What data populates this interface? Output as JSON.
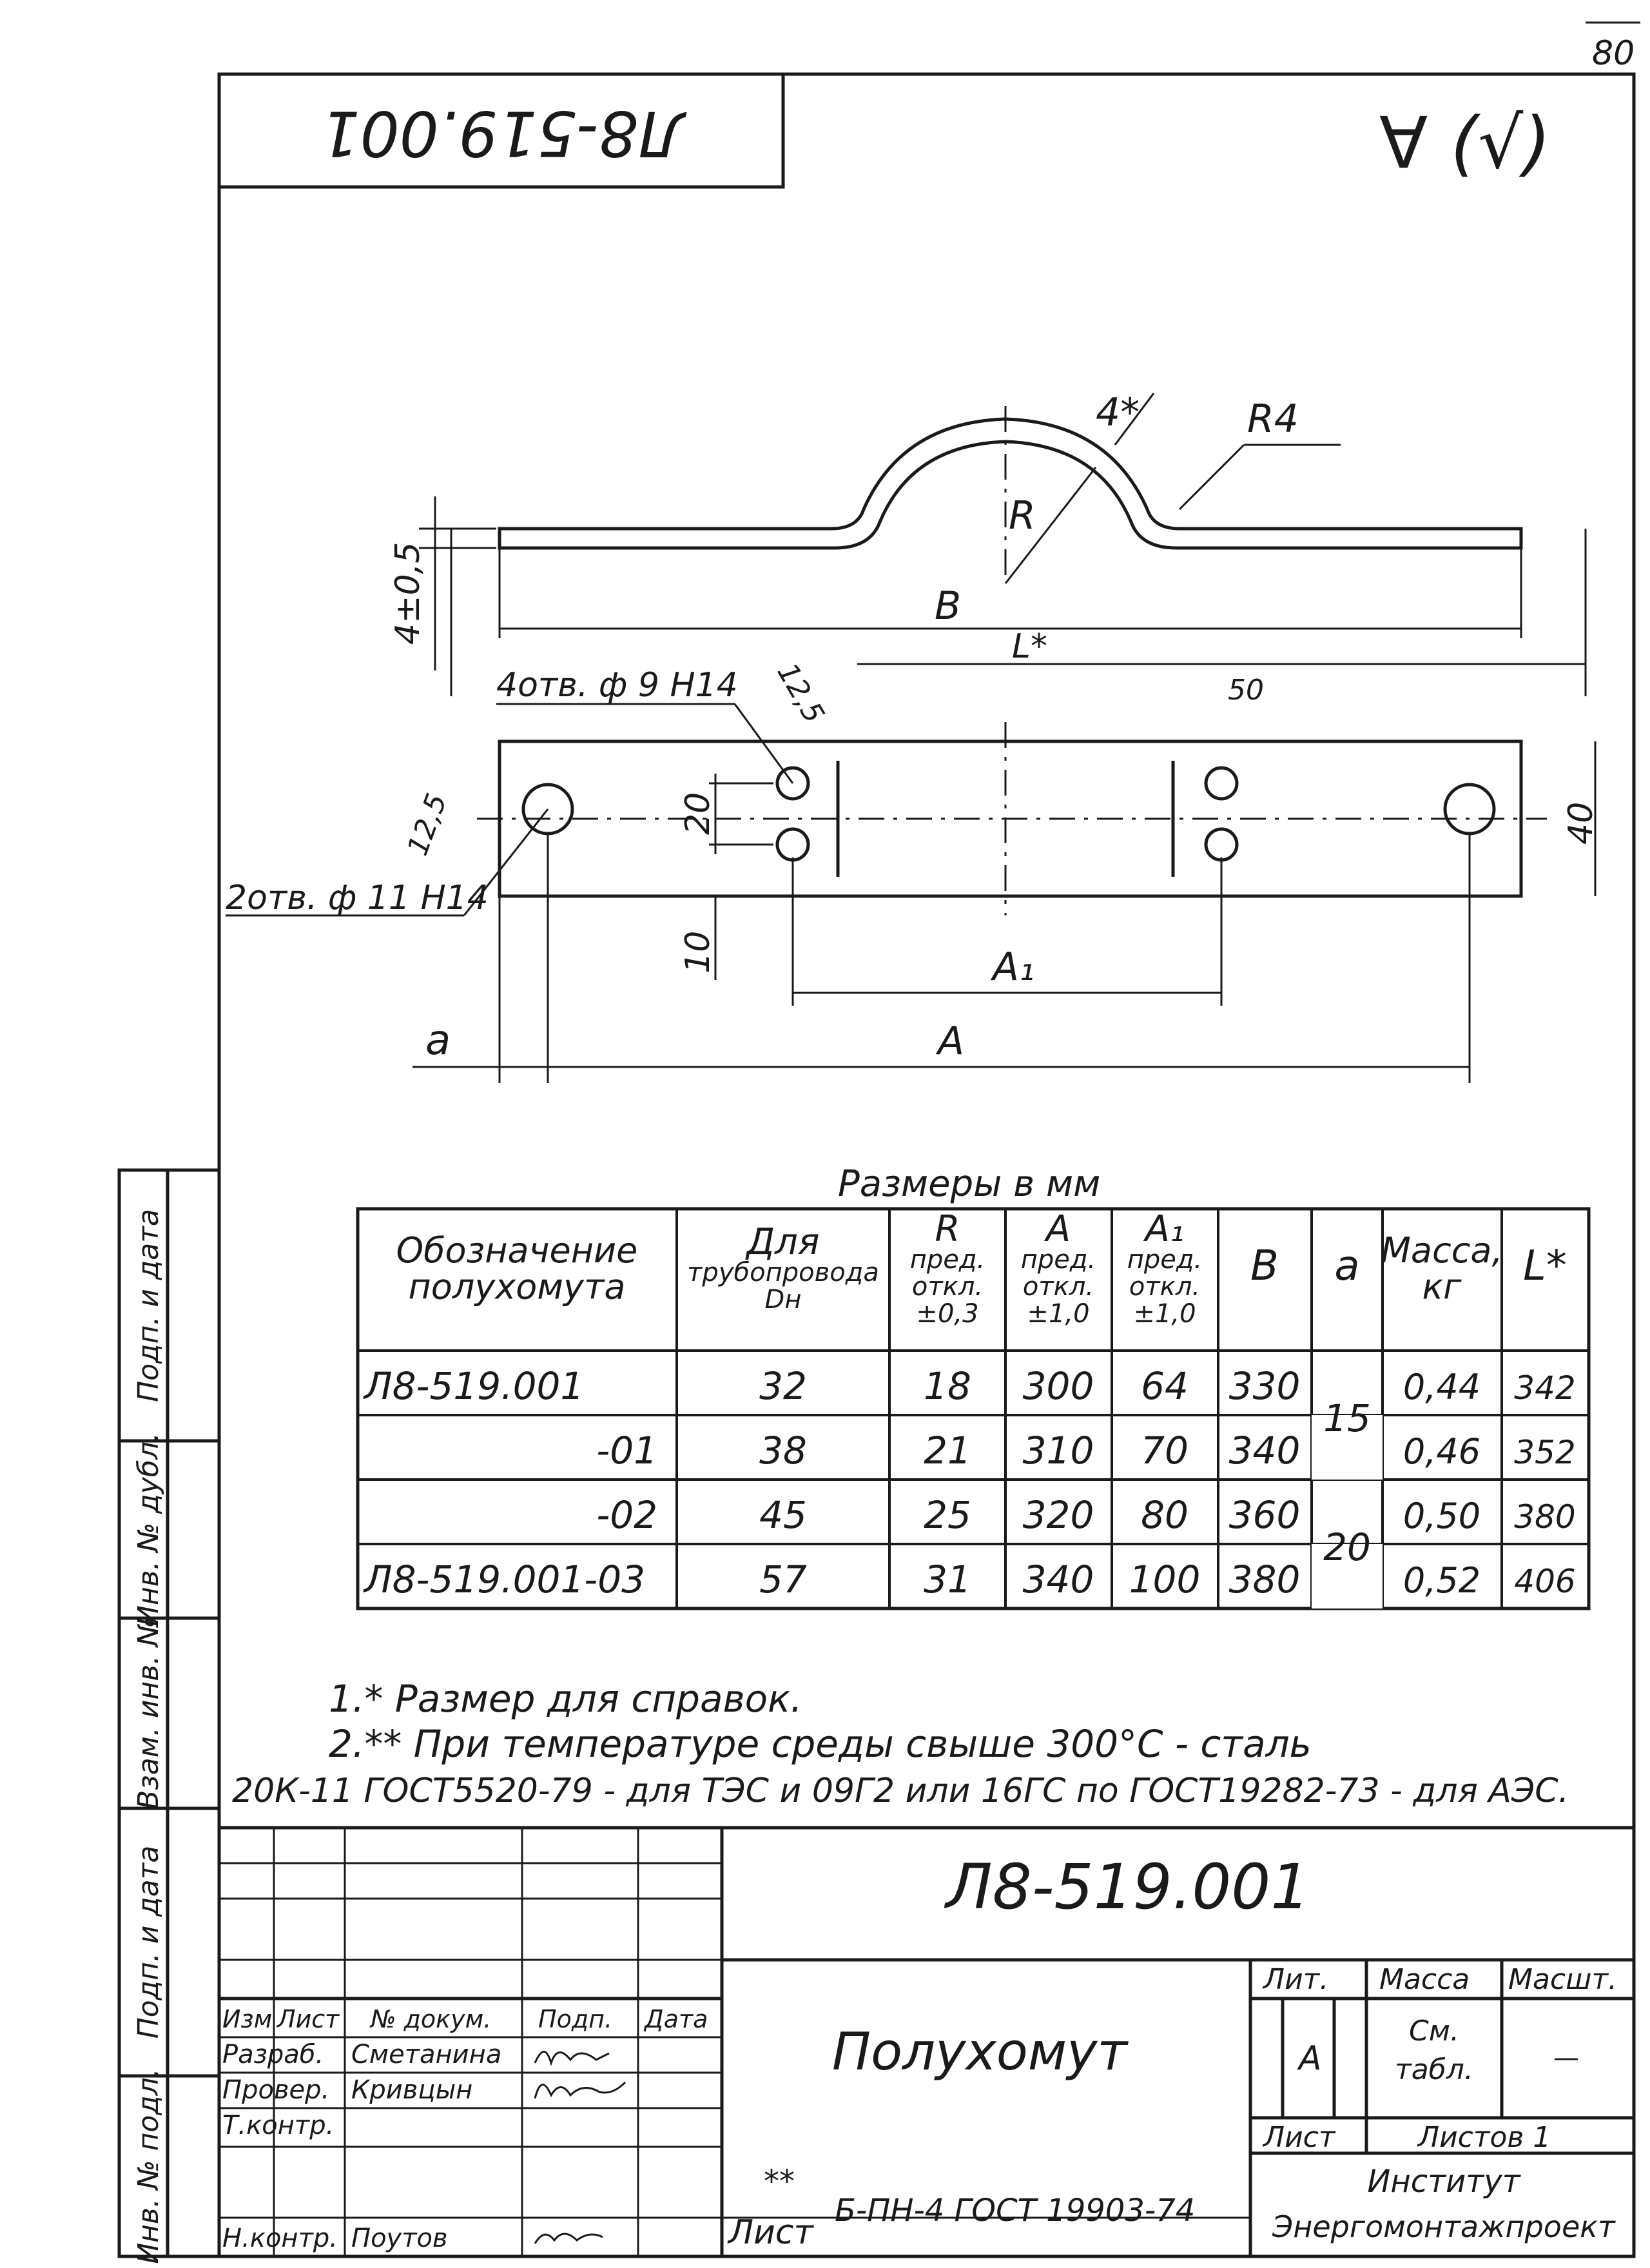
{
  "page_number": "80",
  "corner_code": "Л8-519.001",
  "roughness_mark": "∀ (√)",
  "drawing": {
    "dim_thickness": "4*",
    "dim_radius_fillet": "R4",
    "dim_radius": "R",
    "dim_height": "4±0,5",
    "dim_b": "B",
    "dim_l": "L*",
    "holes_small": "4отв. ф 9 Н14",
    "holes_large": "2отв. ф 11 Н14",
    "rough_small": "12,5",
    "rough_large": "12,5",
    "dim_50": "50",
    "dim_20": "20",
    "dim_40": "40",
    "dim_10": "10",
    "dim_a1": "A₁",
    "dim_a": "A",
    "dim_a_small": "a"
  },
  "table": {
    "caption": "Размеры в мм",
    "headers": [
      "Обозначение полухомута",
      "Для трубопровода Dн",
      "R пред. откл. ±0,3",
      "A пред. откл. ±1,0",
      "A₁ пред. откл. ±1,0",
      "B",
      "a",
      "Масса, кг",
      "L*"
    ],
    "rows": [
      {
        "designation": "Л8-519.001",
        "dn": "32",
        "r": "18",
        "a": "300",
        "a1": "64",
        "b": "330",
        "mass": "0,44",
        "l": "342"
      },
      {
        "designation": "-01",
        "dn": "38",
        "r": "21",
        "a": "310",
        "a1": "70",
        "b": "340",
        "mass": "0,46",
        "l": "352"
      },
      {
        "designation": "-02",
        "dn": "45",
        "r": "25",
        "a": "320",
        "a1": "80",
        "b": "360",
        "mass": "0,50",
        "l": "380"
      },
      {
        "designation": "Л8-519.001-03",
        "dn": "57",
        "r": "31",
        "a": "340",
        "a1": "100",
        "b": "380",
        "mass": "0,52",
        "l": "406"
      }
    ],
    "a_values": [
      "15",
      "20"
    ]
  },
  "notes": {
    "line1": "1.* Размер для справок.",
    "line2": "2.** При температуре среды свыше 300°С - сталь",
    "line3": "20К-11 ГОСТ5520-79 - для ТЭС и 09Г2 или 16ГС по ГОСТ19282-73 - для АЭС."
  },
  "side_stamps": [
    "Подп. и дата",
    "Инв. № дубл.",
    "Взам. инв. №",
    "Подп. и дата",
    "Инв. № подл."
  ],
  "title_block": {
    "code": "Л8-519.001",
    "title": "Полухомут",
    "col_izm": "Изм",
    "col_list": "Лист",
    "col_doc": "№ докум.",
    "col_sign": "Подп.",
    "col_date": "Дата",
    "razrab_label": "Разраб.",
    "razrab_name": "Сметанина",
    "prover_label": "Провер.",
    "prover_name": "Кривцын",
    "tkontr_label": "Т.контр.",
    "nkontr_label": "Н.контр.",
    "nkontr_name": "Поутов",
    "lit_label": "Лит.",
    "lit_value": "А",
    "mass_label": "Масса",
    "mass_value": "См. табл.",
    "scale_label": "Масшт.",
    "scale_value": "—",
    "sheet_label": "Лист",
    "sheets_label": "Листов 1",
    "material_marks": "**",
    "material_label": "Лист",
    "material_value": "Б-ПН-4 ГОСТ 19903-74",
    "org_line1": "Институт",
    "org_line2": "Энергомонтажпроект"
  }
}
